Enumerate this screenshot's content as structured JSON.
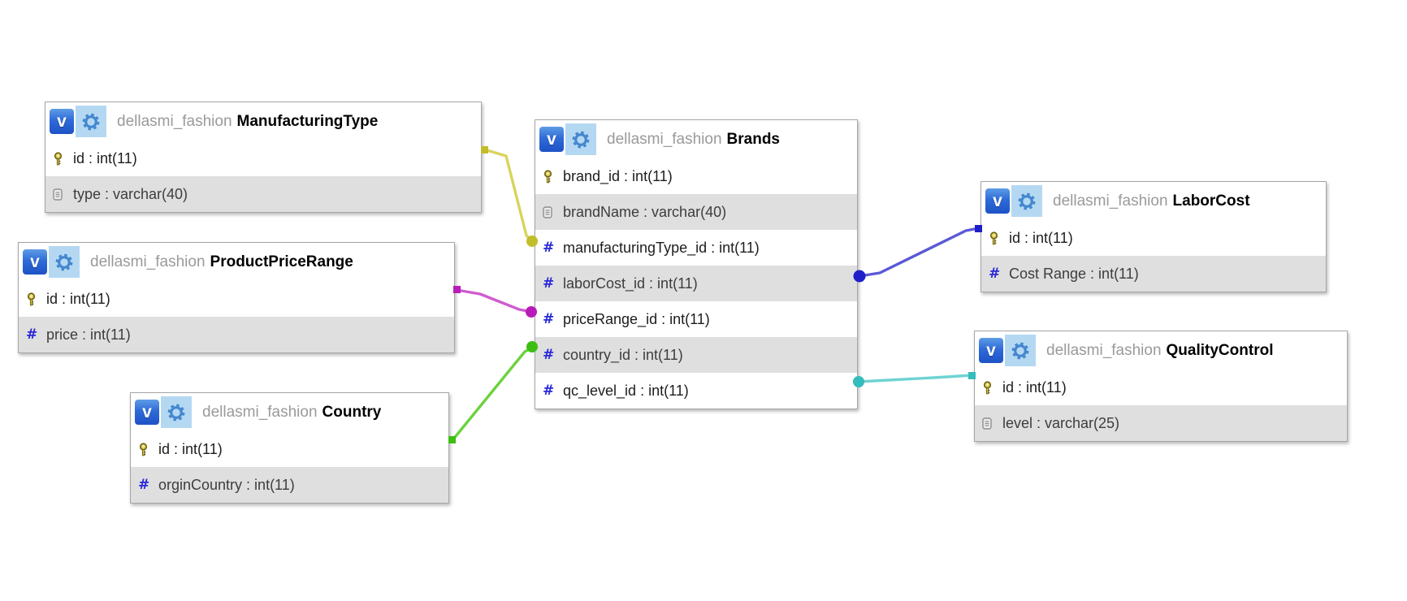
{
  "diagram": {
    "background": "#ffffff",
    "icons": {
      "view_badge": "v",
      "index_glyph": "#"
    },
    "tables": [
      {
        "schema": "dellasmi_fashion",
        "name": "ManufacturingType",
        "columns": [
          {
            "name": "id",
            "type": "int(11)",
            "icon": "primary-key-icon",
            "label": "id : int(11)"
          },
          {
            "name": "type",
            "type": "varchar(40)",
            "icon": "text-column-icon",
            "label": "type : varchar(40)"
          }
        ]
      },
      {
        "schema": "dellasmi_fashion",
        "name": "ProductPriceRange",
        "columns": [
          {
            "name": "id",
            "type": "int(11)",
            "icon": "primary-key-icon",
            "label": "id : int(11)"
          },
          {
            "name": "price",
            "type": "int(11)",
            "icon": "index-icon",
            "label": "price : int(11)"
          }
        ]
      },
      {
        "schema": "dellasmi_fashion",
        "name": "Country",
        "columns": [
          {
            "name": "id",
            "type": "int(11)",
            "icon": "primary-key-icon",
            "label": "id : int(11)"
          },
          {
            "name": "orginCountry",
            "type": "int(11)",
            "icon": "index-icon",
            "label": "orginCountry : int(11)"
          }
        ]
      },
      {
        "schema": "dellasmi_fashion",
        "name": "Brands",
        "columns": [
          {
            "name": "brand_id",
            "type": "int(11)",
            "icon": "primary-key-icon",
            "label": "brand_id : int(11)"
          },
          {
            "name": "brandName",
            "type": "varchar(40)",
            "icon": "text-column-icon",
            "label": "brandName : varchar(40)"
          },
          {
            "name": "manufacturingType_id",
            "type": "int(11)",
            "icon": "index-icon",
            "label": "manufacturingType_id : int(11)"
          },
          {
            "name": "laborCost_id",
            "type": "int(11)",
            "icon": "index-icon",
            "label": "laborCost_id : int(11)"
          },
          {
            "name": "priceRange_id",
            "type": "int(11)",
            "icon": "index-icon",
            "label": "priceRange_id : int(11)"
          },
          {
            "name": "country_id",
            "type": "int(11)",
            "icon": "index-icon",
            "label": "country_id : int(11)"
          },
          {
            "name": "qc_level_id",
            "type": "int(11)",
            "icon": "index-icon",
            "label": "qc_level_id : int(11)"
          }
        ]
      },
      {
        "schema": "dellasmi_fashion",
        "name": "LaborCost",
        "columns": [
          {
            "name": "id",
            "type": "int(11)",
            "icon": "primary-key-icon",
            "label": "id : int(11)"
          },
          {
            "name": "Cost Range",
            "type": "int(11)",
            "icon": "index-icon",
            "label": "Cost Range : int(11)"
          }
        ]
      },
      {
        "schema": "dellasmi_fashion",
        "name": "QualityControl",
        "columns": [
          {
            "name": "id",
            "type": "int(11)",
            "icon": "primary-key-icon",
            "label": "id : int(11)"
          },
          {
            "name": "level",
            "type": "varchar(25)",
            "icon": "text-column-icon",
            "label": "level : varchar(25)"
          }
        ]
      }
    ],
    "relationships": [
      {
        "name": "manufacturingtype-to-brands",
        "from": "ManufacturingType.id",
        "to": "Brands.manufacturingType_id",
        "color": "#d8d45e",
        "marker_color": "#c2bd2a"
      },
      {
        "name": "productpricerange-to-brands",
        "from": "ProductPriceRange.id",
        "to": "Brands.priceRange_id",
        "color": "#cf5bcf",
        "marker_color": "#b81cb8"
      },
      {
        "name": "country-to-brands",
        "from": "Country.id",
        "to": "Brands.country_id",
        "color": "#6bd23d",
        "marker_color": "#3dbf12"
      },
      {
        "name": "laborcost-to-brands",
        "from": "LaborCost.id",
        "to": "Brands.laborCost_id",
        "color": "#5a5ad6",
        "marker_color": "#1f1fc9"
      },
      {
        "name": "qualitycontrol-to-brands",
        "from": "QualityControl.id",
        "to": "Brands.qc_level_id",
        "color": "#6fd3d3",
        "marker_color": "#35bcbc"
      }
    ]
  }
}
